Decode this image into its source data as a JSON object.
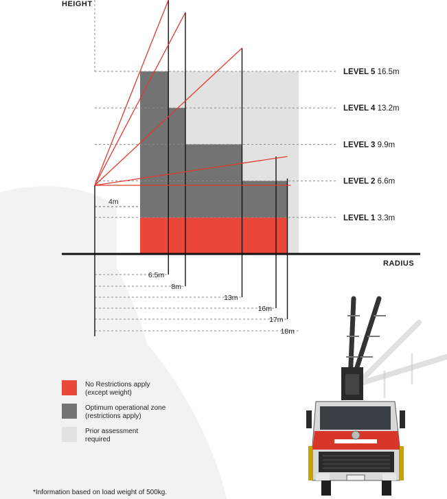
{
  "axes": {
    "height_label": "HEIGHT",
    "radius_label": "RADIUS"
  },
  "levels": [
    {
      "name": "LEVEL 5",
      "value": "16.5m",
      "height_m": 16.5
    },
    {
      "name": "LEVEL 4",
      "value": "13.2m",
      "height_m": 13.2
    },
    {
      "name": "LEVEL 3",
      "value": "9.9m",
      "height_m": 9.9
    },
    {
      "name": "LEVEL 2",
      "value": "6.6m",
      "height_m": 6.6
    },
    {
      "name": "LEVEL 1",
      "value": "3.3m",
      "height_m": 3.3
    }
  ],
  "offset_label": "4m",
  "radii": [
    {
      "label": "6.5m",
      "radius_m": 6.5
    },
    {
      "label": "8m",
      "radius_m": 8
    },
    {
      "label": "13m",
      "radius_m": 13
    },
    {
      "label": "16m",
      "radius_m": 16
    },
    {
      "label": "17m",
      "radius_m": 17
    },
    {
      "label": "18m",
      "radius_m": 18
    }
  ],
  "zones": {
    "red": {
      "color": "#e8473a",
      "top_m": 3.3
    },
    "dark": {
      "color": "#737373",
      "steps": [
        {
          "from_m": 4,
          "to_m": 6.5,
          "top_m": 16.5
        },
        {
          "from_m": 6.5,
          "to_m": 8,
          "top_m": 13.2
        },
        {
          "from_m": 8,
          "to_m": 13,
          "top_m": 9.9
        },
        {
          "from_m": 13,
          "to_m": 17,
          "top_m": 6.6
        }
      ]
    },
    "light": {
      "color": "#e2e2e2",
      "from_m": 4,
      "to_m": 18,
      "top_m": 16.5
    }
  },
  "legend": [
    {
      "line1": "No Restrictions apply",
      "line2": "(except weight)",
      "color": "#e8473a"
    },
    {
      "line1": "Optimum operational zone",
      "line2": "(restrictions apply)",
      "color": "#737373"
    },
    {
      "line1": "Prior assessment",
      "line2": "required",
      "color": "#e2e2e2"
    }
  ],
  "footnote": "*Information based on load weight of 500kg."
}
